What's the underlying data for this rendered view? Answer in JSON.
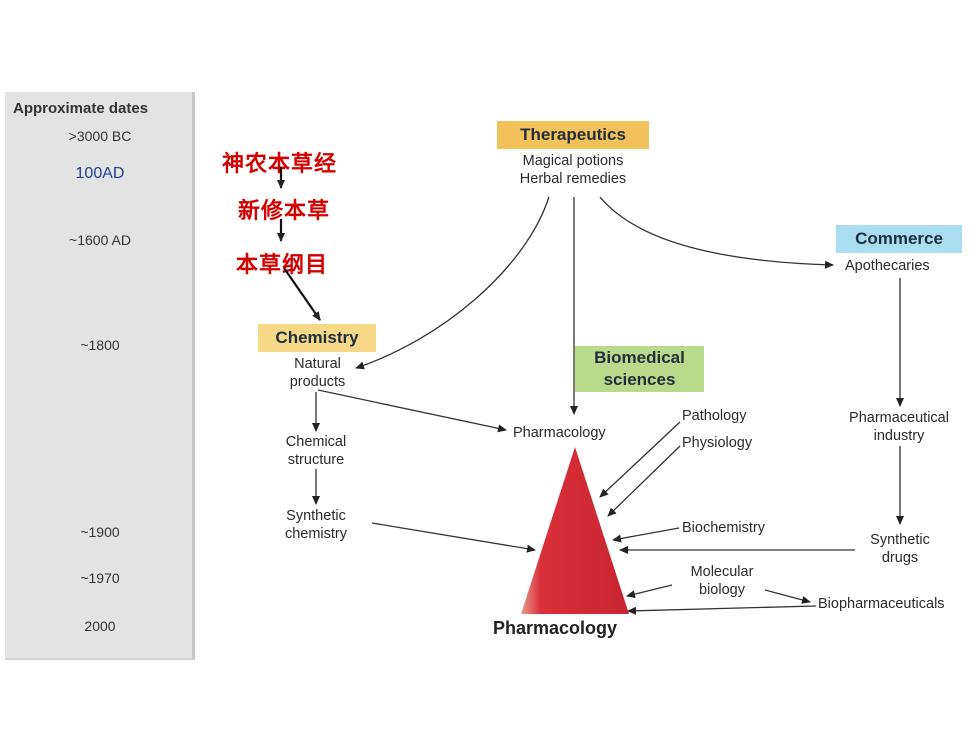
{
  "timeline": {
    "title": "Approximate dates",
    "dates": [
      ">3000 BC",
      "100AD",
      "~1600 AD",
      "~1800",
      "~1900",
      "~1970",
      "2000"
    ]
  },
  "classics": [
    "神农本草经",
    "新修本草",
    "本草纲目"
  ],
  "boxes": {
    "therapeutics": "Therapeutics",
    "commerce": "Commerce",
    "chemistry": "Chemistry",
    "biomedical": [
      "Biomedical",
      "sciences"
    ]
  },
  "labels": {
    "magical": "Magical potions",
    "herbal": "Herbal remedies",
    "apothecaries": "Apothecaries",
    "natural": [
      "Natural",
      "products"
    ],
    "chem_structure": [
      "Chemical",
      "structure"
    ],
    "synthetic_chem": [
      "Synthetic",
      "chemistry"
    ],
    "pharmacology_small": "Pharmacology",
    "pathology": "Pathology",
    "physiology": "Physiology",
    "pharm_industry": [
      "Pharmaceutical",
      "industry"
    ],
    "biochemistry": "Biochemistry",
    "synthetic_drugs": [
      "Synthetic",
      "drugs"
    ],
    "molecular": [
      "Molecular",
      "biology"
    ],
    "biopharm": "Biopharmaceuticals",
    "pharmacology_big": "Pharmacology"
  },
  "colors": {
    "orange": "#f2c15a",
    "cyan": "#a9ddf0",
    "green": "#b7db8a",
    "triangle": "#d9303a",
    "chinese_text": "#d40000"
  }
}
